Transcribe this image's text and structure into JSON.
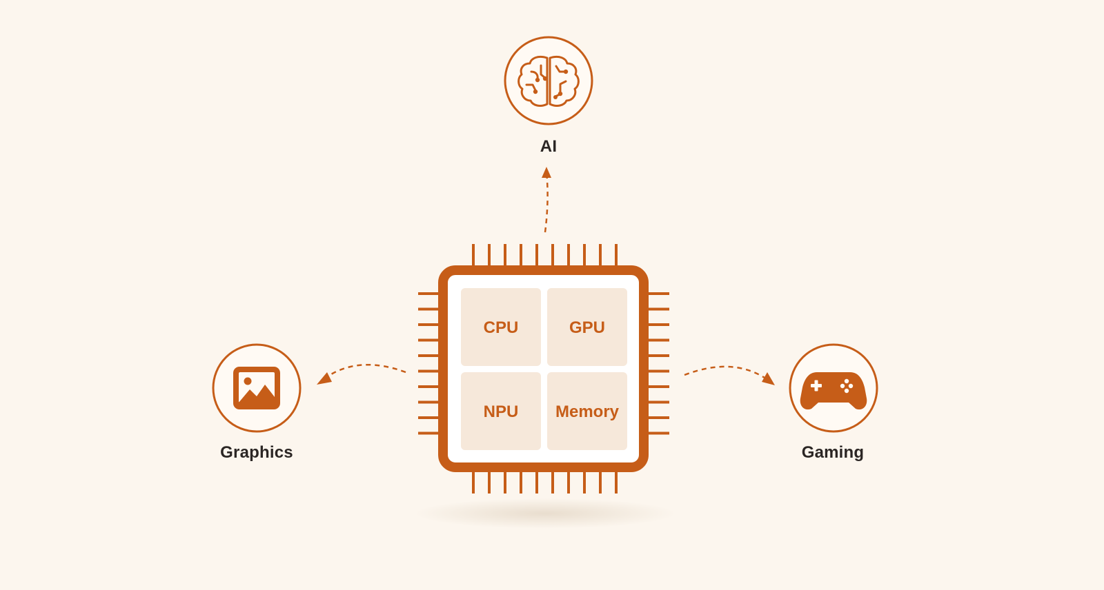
{
  "colors": {
    "background": "#fcf6ee",
    "accent": "#c65d18",
    "cell_fill": "#f6e8da",
    "label_text": "#2b2624"
  },
  "chip": {
    "cells": [
      {
        "label": "CPU"
      },
      {
        "label": "GPU"
      },
      {
        "label": "NPU"
      },
      {
        "label": "Memory"
      }
    ]
  },
  "nodes": [
    {
      "id": "ai",
      "label": "AI",
      "icon": "brain-circuit-icon"
    },
    {
      "id": "graphics",
      "label": "Graphics",
      "icon": "image-icon"
    },
    {
      "id": "gaming",
      "label": "Gaming",
      "icon": "gamepad-icon"
    }
  ]
}
